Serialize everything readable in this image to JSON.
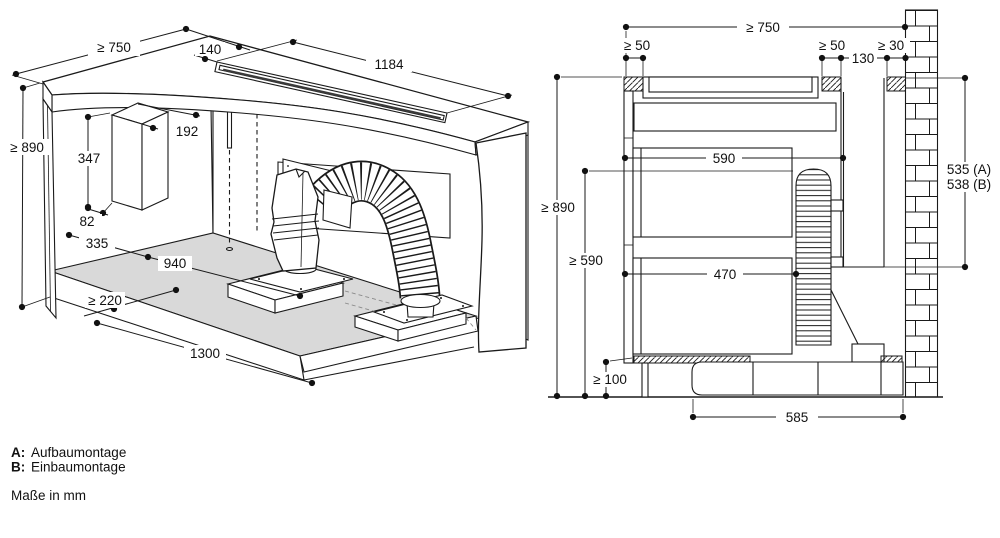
{
  "page": {
    "background": "#ffffff",
    "line_color": "#1a1a1a",
    "plate_fill": "#d9d9d9"
  },
  "legend": {
    "a_key": "A:",
    "a_text": "Aufbaumontage",
    "b_key": "B:",
    "b_text": "Einbaumontage",
    "units": "Maße in mm"
  },
  "left": {
    "view": "isometric installation view",
    "dims": {
      "counter_depth": "≥ 750",
      "slot_offset": "140",
      "slot_length": "1184",
      "height": "≥ 890",
      "box_depth": "192",
      "box_height": "347",
      "box_clearance": "82",
      "side_clearance": "335",
      "plate_depth": "940",
      "front_clearance": "≥ 220",
      "plate_width": "1300"
    }
  },
  "right": {
    "view": "cross-section view",
    "dims": {
      "niche_depth": "≥ 750",
      "front_gap": "≥ 50",
      "rear_gap": "≥ 50",
      "wall_gap": "≥ 30",
      "cutout_width": "130",
      "top_drawer_depth": "590",
      "height_a": "535 (A)",
      "height_b": "538 (B)",
      "total_height": "≥ 890",
      "inner_height": "≥ 590",
      "lower_drawer_depth": "470",
      "plinth_height": "≥ 100",
      "floor_duct_length": "585"
    }
  }
}
